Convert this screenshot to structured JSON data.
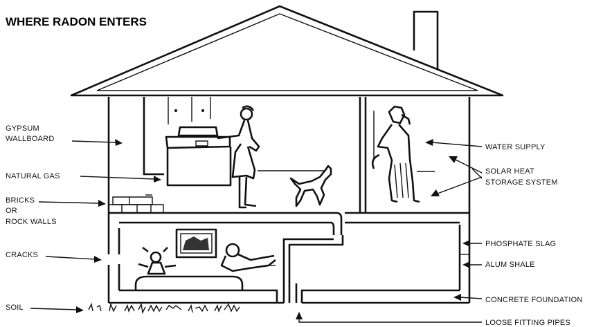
{
  "title": "WHERE RADON ENTERS",
  "labels": {
    "gypsum_1": "GYPSUM",
    "gypsum_2": "WALLBOARD",
    "natural_gas": "NATURAL GAS",
    "bricks_1": "BRICKS",
    "bricks_2": "OR",
    "bricks_3": "ROCK WALLS",
    "cracks": "CRACKS",
    "soil": "SOIL",
    "water_supply": "WATER SUPPLY",
    "solar_1": "SOLAR HEAT",
    "solar_2": "STORAGE SYSTEM",
    "phosphate_slag": "PHOSPHATE SLAG",
    "alum_shale": "ALUM SHALE",
    "concrete_foundation": "CONCRETE FOUNDATION",
    "loose_pipes": "LOOSE FITTING PIPES"
  }
}
